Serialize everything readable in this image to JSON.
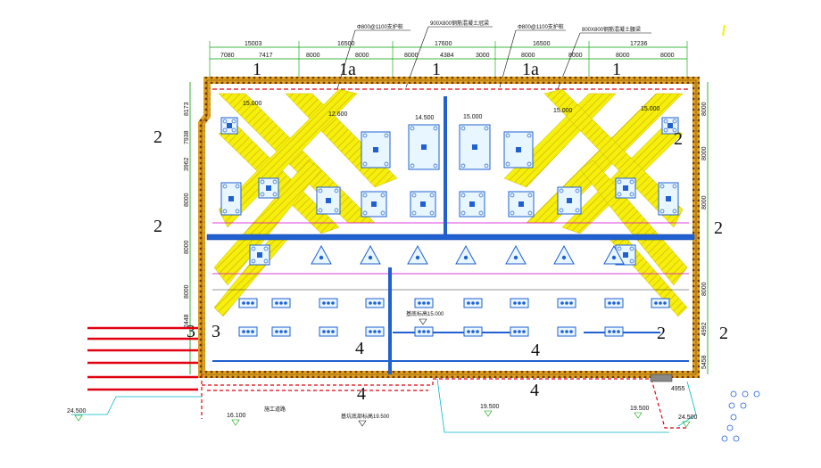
{
  "colors": {
    "wall": "#e0a020",
    "wall_dark": "#8a5a10",
    "brace": "#f4f000",
    "brace_edge": "#c8b400",
    "beam": "#2060d0",
    "pile": "#3070e0",
    "dim": "#00a000",
    "red": "#e00010",
    "cyan": "#00b8c8",
    "magenta": "#d000d0"
  },
  "top_labels": {
    "l1": "Φ800@1100支护桩",
    "l2": "900X800钢筋混凝土冠梁",
    "l3": "Φ800@1100支护桩",
    "l4": "800X800钢筋混凝土腰梁"
  },
  "top_dims_row1": [
    "15003",
    "16500",
    "17600",
    "16500",
    "17236"
  ],
  "top_dims_row2": [
    "7080",
    "7417",
    "8000",
    "8000",
    "8000",
    "4384",
    "3000",
    "8000",
    "8000",
    "8000",
    "8000"
  ],
  "section_marks_top": [
    "1",
    "1a",
    "1",
    "1a",
    "1"
  ],
  "section_marks_side": [
    "2",
    "2",
    "3",
    "3",
    "4",
    "4",
    "4",
    "4",
    "2",
    "2",
    "2",
    "2"
  ],
  "left_dims": [
    "8173",
    "7938",
    "3962",
    "8000",
    "8000",
    "8000",
    "2448"
  ],
  "right_dims": [
    "8000",
    "8000",
    "8000",
    "8000",
    "4992",
    "5458",
    "4955"
  ],
  "elevations": {
    "in1": "15.000",
    "in2": "12.600",
    "in3": "14.500",
    "in4": "15.000",
    "in5": "15.000",
    "in6": "15.000",
    "e1": "24.500",
    "e2": "16.100",
    "e3": "19.500",
    "e4": "19.500",
    "e5": "24.500"
  },
  "notes": {
    "center": "基底标高15.000",
    "bottom": "施工道路",
    "bottom2": "基坑底部标高19.500"
  },
  "icons": [
    "pile-cap-icon",
    "column-icon",
    "elevation-marker-icon"
  ]
}
